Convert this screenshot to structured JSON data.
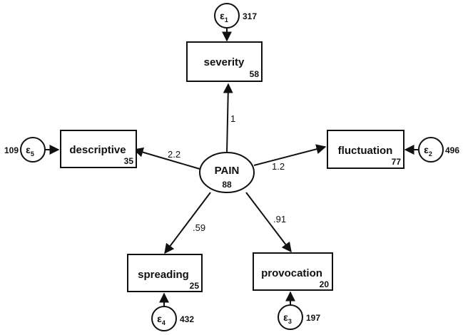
{
  "latent": {
    "name": "PAIN",
    "variance": "88"
  },
  "indicators": [
    {
      "name": "severity",
      "intercept": "58",
      "loading": "1",
      "error_symbol": "ε",
      "error_index": "1",
      "error_variance": "317"
    },
    {
      "name": "fluctuation",
      "intercept": "77",
      "loading": "1.2",
      "error_symbol": "ε",
      "error_index": "2",
      "error_variance": "496"
    },
    {
      "name": "provocation",
      "intercept": "20",
      "loading": ".91",
      "error_symbol": "ε",
      "error_index": "3",
      "error_variance": "197"
    },
    {
      "name": "spreading",
      "intercept": "25",
      "loading": ".59",
      "error_symbol": "ε",
      "error_index": "4",
      "error_variance": "432"
    },
    {
      "name": "descriptive",
      "intercept": "35",
      "loading": "2.2",
      "error_symbol": "ε",
      "error_index": "5",
      "error_variance": "109"
    }
  ]
}
